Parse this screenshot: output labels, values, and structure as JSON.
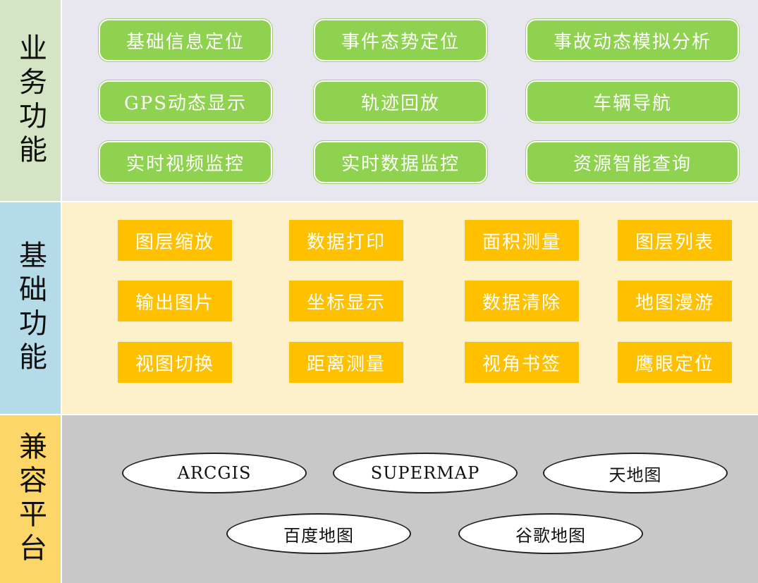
{
  "colors": {
    "business_label_bg": "#d5e4c4",
    "business_content_bg": "#e8e6ef",
    "basic_label_bg": "#b6dbe8",
    "basic_content_bg": "#fdf1cc",
    "platform_label_bg": "#fdd66a",
    "platform_content_bg": "#c8c8c8",
    "green_button": "#8fd24f",
    "orange_button": "#ffc000"
  },
  "business": {
    "label": "业务功能",
    "items": [
      "基础信息定位",
      "事件态势定位",
      "事故动态模拟分析",
      "GPS动态显示",
      "轨迹回放",
      "车辆导航",
      "实时视频监控",
      "实时数据监控",
      "资源智能查询"
    ]
  },
  "basic": {
    "label": "基础功能",
    "items": [
      "图层缩放",
      "数据打印",
      "面积测量",
      "图层列表",
      "输出图片",
      "坐标显示",
      "数据清除",
      "地图漫游",
      "视图切换",
      "距离测量",
      "视角书签",
      "鹰眼定位"
    ]
  },
  "platform": {
    "label": "兼容平台",
    "items": [
      "ARCGIS",
      "SUPERMAP",
      "天地图",
      "百度地图",
      "谷歌地图"
    ]
  }
}
